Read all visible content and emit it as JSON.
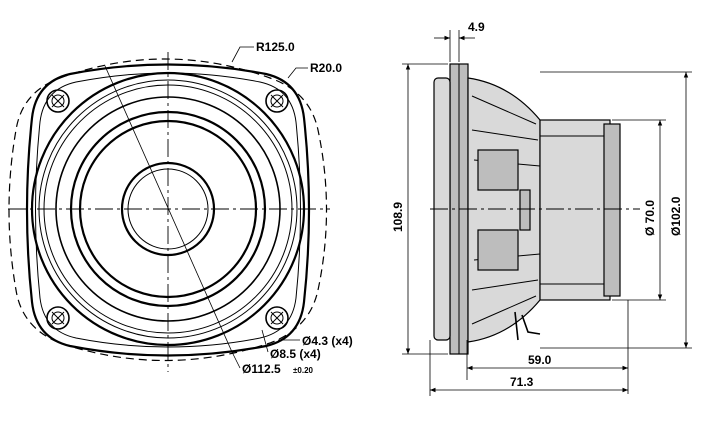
{
  "front_view": {
    "r_large": "R125.0",
    "r_corner": "R20.0",
    "hole_small": "Ø4.3 (x4)",
    "hole_large": "Ø8.5 (x4)",
    "cone_dia": "Ø112.5",
    "cone_tol": "±0.20"
  },
  "side_view": {
    "flange_thickness": "4.9",
    "overall_height": "108.9",
    "magnet_dia": "Ø 70.0",
    "basket_dia": "Ø102.0",
    "depth_magnet": "59.0",
    "depth_total": "71.3"
  }
}
